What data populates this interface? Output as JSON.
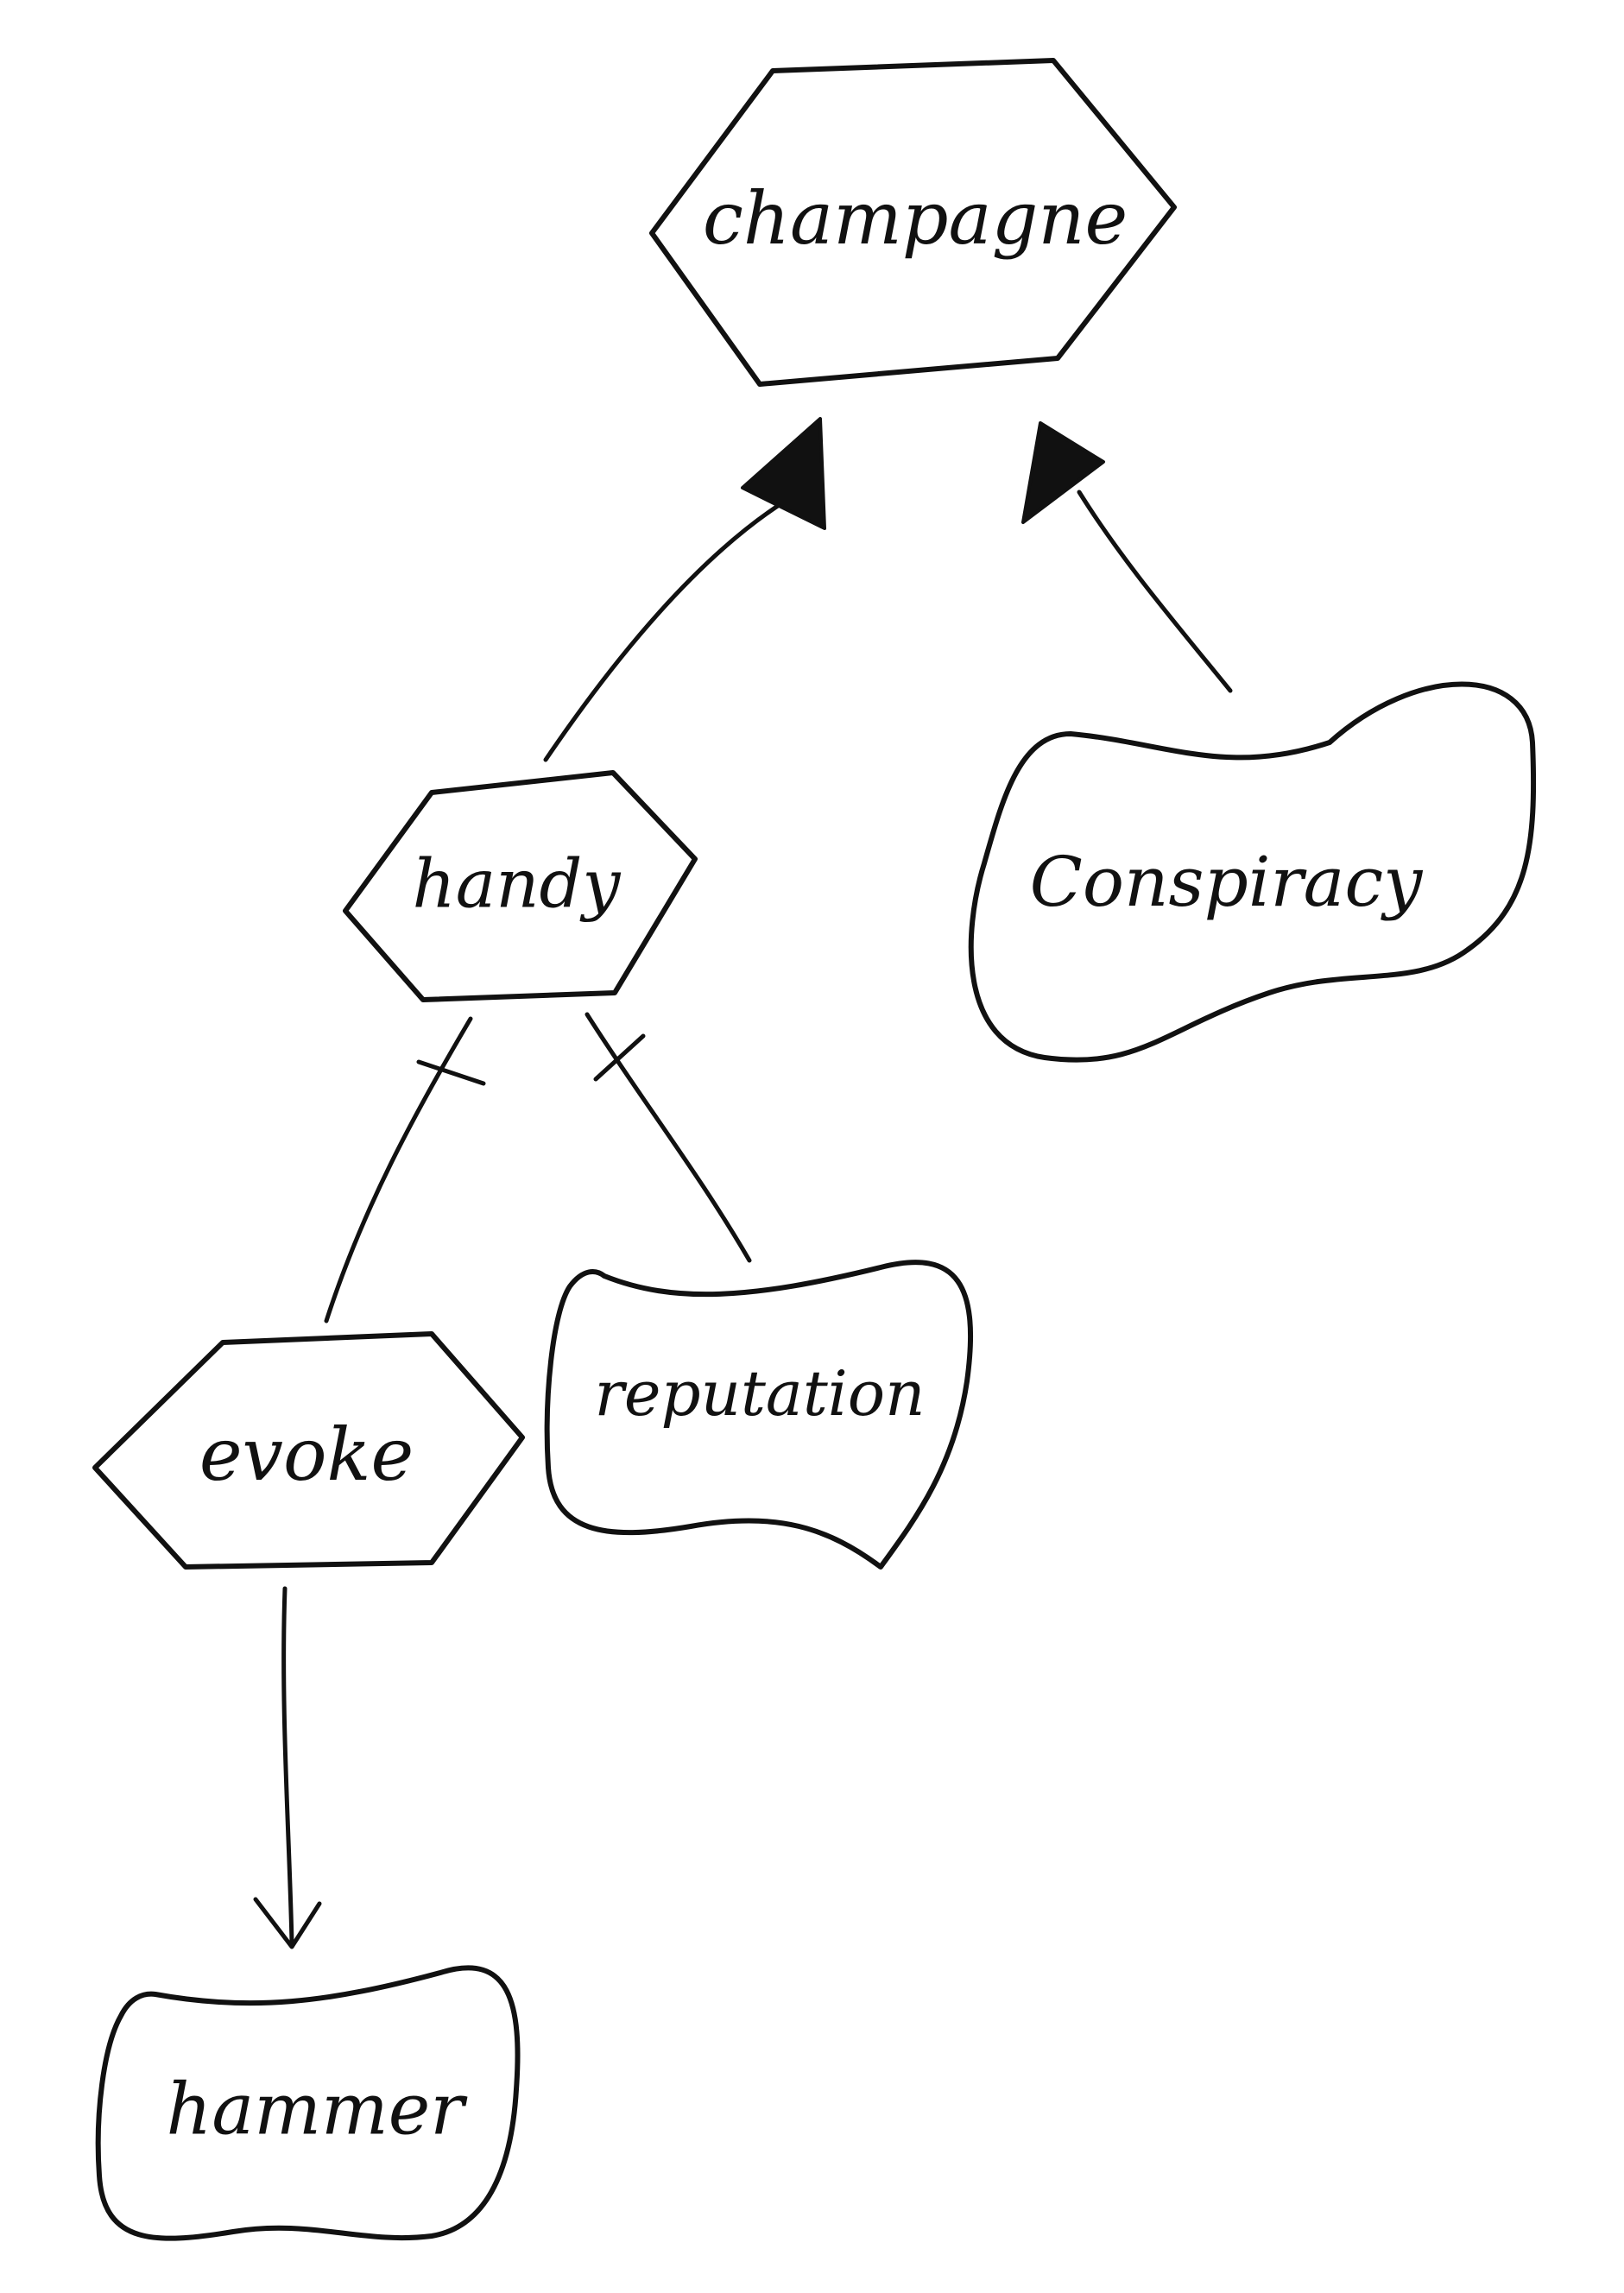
{
  "nodes": {
    "champagne": {
      "label": "champagne",
      "shape": "hexagon"
    },
    "handy": {
      "label": "handy",
      "shape": "hexagon"
    },
    "conspiracy": {
      "label": "Conspiracy",
      "shape": "blob"
    },
    "evoke": {
      "label": "evoke",
      "shape": "hexagon"
    },
    "reputation": {
      "label": "reputation",
      "shape": "blob"
    },
    "hammer": {
      "label": "hammer",
      "shape": "blob"
    }
  },
  "edges": [
    {
      "from": "handy",
      "to": "champagne",
      "style": "filled-triangle-arrow"
    },
    {
      "from": "conspiracy",
      "to": "champagne",
      "style": "filled-triangle-arrow"
    },
    {
      "from": "handy",
      "to": "evoke",
      "style": "crossed-line"
    },
    {
      "from": "handy",
      "to": "reputation",
      "style": "crossed-line"
    },
    {
      "from": "evoke",
      "to": "hammer",
      "style": "open-arrow"
    }
  ],
  "colors": {
    "ink": "#111111",
    "background": "#ffffff"
  }
}
